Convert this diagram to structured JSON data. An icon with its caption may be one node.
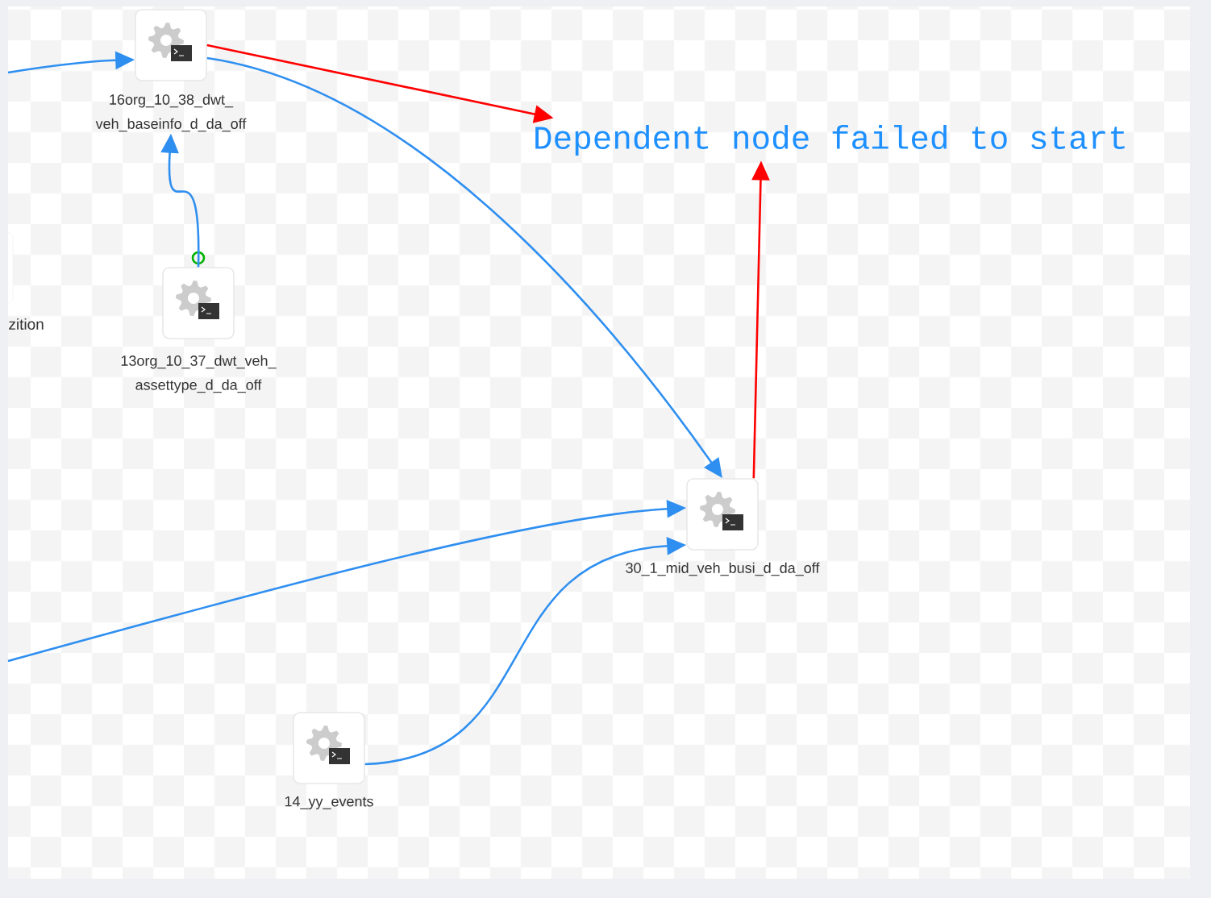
{
  "diagram": {
    "nodes": [
      {
        "text": [
          "16org_10_38_dwt_veh_baseinfo_d_da_off"
        ]
      },
      {
        "text": [
          "zition"
        ]
      },
      {
        "text": [
          "13org_10_37_dwt_veh_assettype_d_da_off"
        ]
      },
      {
        "text": [
          "Dependent node failed to start"
        ]
      },
      {
        "text": [
          "30_1_mid_veh_busi_d_da_off"
        ]
      },
      {
        "text": [
          "14_yy_events"
        ]
      }
    ],
    "edges": [
      {
        "from": null,
        "to": 0,
        "arrow": "to"
      },
      {
        "from": 2,
        "to": 0,
        "arrow": "to"
      },
      {
        "from": 0,
        "to": 3,
        "arrow": "to",
        "color": "#ff0000"
      },
      {
        "from": 0,
        "to": 4,
        "arrow": "to"
      },
      {
        "from": 4,
        "to": 3,
        "arrow": "to",
        "color": "#ff0000"
      },
      {
        "from": null,
        "to": 4,
        "arrow": "to"
      },
      {
        "from": 5,
        "to": 4,
        "arrow": "to"
      }
    ]
  }
}
